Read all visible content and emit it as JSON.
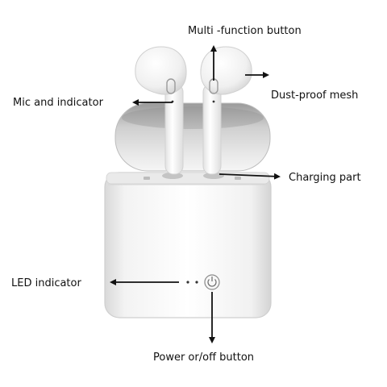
{
  "labels": {
    "multi_function_button": "Multi -function button",
    "dust_proof_mesh": "Dust-proof mesh",
    "mic_and_indicator": "Mic and indicator",
    "charging_part": "Charging part",
    "led_indicator": "LED indicator",
    "power_button": "Power or/off button"
  },
  "colors": {
    "text": "#111111",
    "arrow": "#111111",
    "case_body": "#f4f4f4",
    "case_inner": "#c8c8c8",
    "earbud": "#f7f7f7"
  }
}
